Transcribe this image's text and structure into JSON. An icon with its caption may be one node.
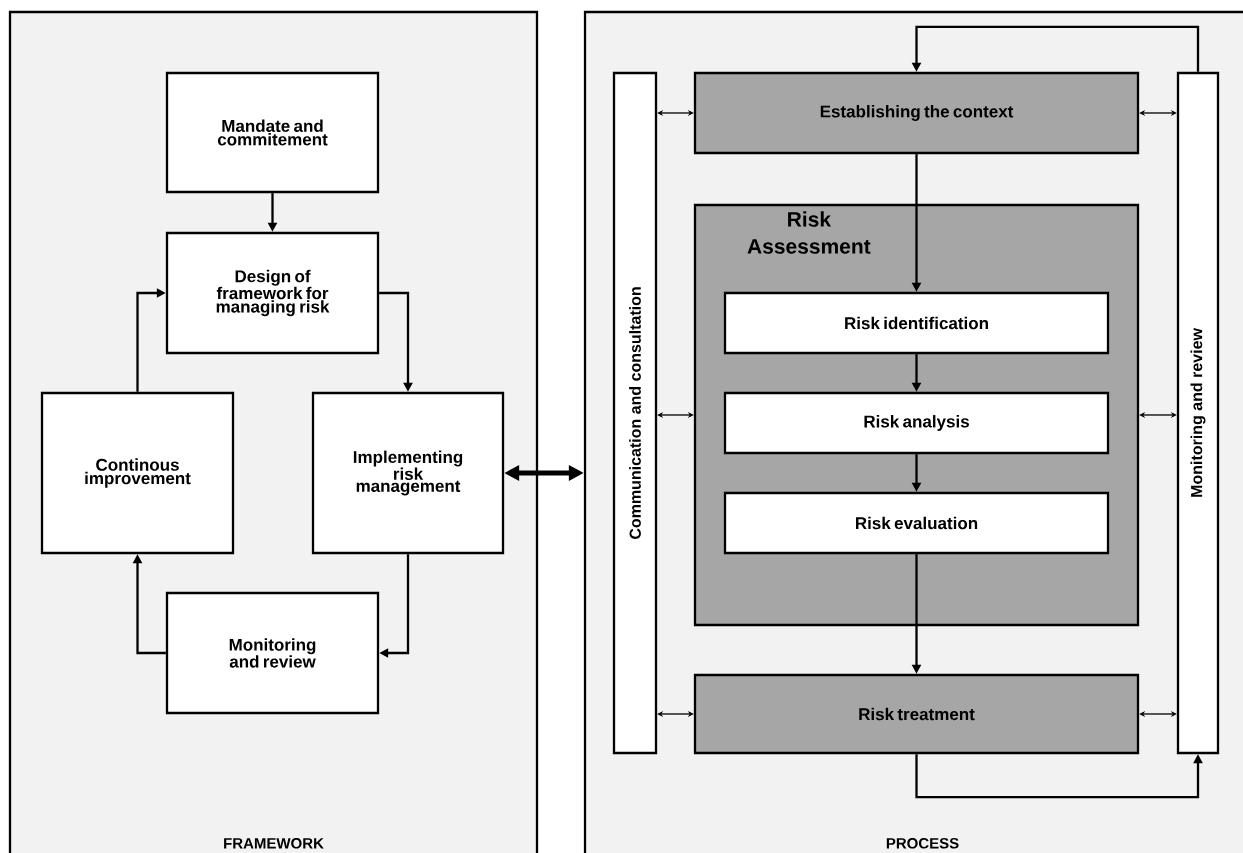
{
  "diagram": {
    "nodes": [
      {
        "text": [
          "FRAMEWORK"
        ]
      },
      {
        "text": [
          "Mandate and commitement"
        ],
        "in": 0
      },
      {
        "text": [
          "Design of framework for managing risk"
        ],
        "in": 0
      },
      {
        "text": [
          "Continous improvement"
        ],
        "in": 0
      },
      {
        "text": [
          "Implementing risk management"
        ],
        "in": 0
      },
      {
        "text": [
          "Monitoring and review"
        ],
        "in": 0
      },
      {
        "text": [
          "PROCESS"
        ]
      },
      {
        "text": [
          "Communication and consultation"
        ],
        "in": 6
      },
      {
        "text": [
          "Establishing the context"
        ],
        "in": 6
      },
      {
        "text": [
          "Risk Assessment"
        ],
        "in": 6
      },
      {
        "text": [
          "Risk identification"
        ],
        "in": 9
      },
      {
        "text": [
          "Risk analysis"
        ],
        "in": 9
      },
      {
        "text": [
          "Risk evaluation"
        ],
        "in": 9
      },
      {
        "text": [
          "Risk treatment"
        ],
        "in": 6
      },
      {
        "text": [
          "Monitoring and review"
        ],
        "in": 6
      }
    ],
    "edges": [
      {
        "from": 1,
        "to": 2,
        "arrow": "to"
      },
      {
        "from": 2,
        "to": 4,
        "arrow": "to"
      },
      {
        "from": 4,
        "to": 5,
        "arrow": "to"
      },
      {
        "from": 5,
        "to": 3,
        "arrow": "to"
      },
      {
        "from": 3,
        "to": 2,
        "arrow": "to"
      },
      {
        "from": 4,
        "to": 6,
        "arrow": "both",
        "style": "thick"
      },
      {
        "from": 7,
        "to": 8,
        "arrow": "both"
      },
      {
        "from": 7,
        "to": 9,
        "arrow": "both"
      },
      {
        "from": 7,
        "to": 13,
        "arrow": "both"
      },
      {
        "from": 8,
        "to": 14,
        "arrow": "both"
      },
      {
        "from": 9,
        "to": 14,
        "arrow": "both"
      },
      {
        "from": 13,
        "to": 14,
        "arrow": "both"
      },
      {
        "from": 8,
        "to": 10,
        "arrow": "to"
      },
      {
        "from": 10,
        "to": 11,
        "arrow": "to"
      },
      {
        "from": 11,
        "to": 12,
        "arrow": "to"
      },
      {
        "from": 12,
        "to": 13,
        "arrow": "to"
      },
      {
        "from": 13,
        "to": 14,
        "arrow": "to"
      },
      {
        "from": 14,
        "to": 8,
        "arrow": "to"
      }
    ]
  }
}
